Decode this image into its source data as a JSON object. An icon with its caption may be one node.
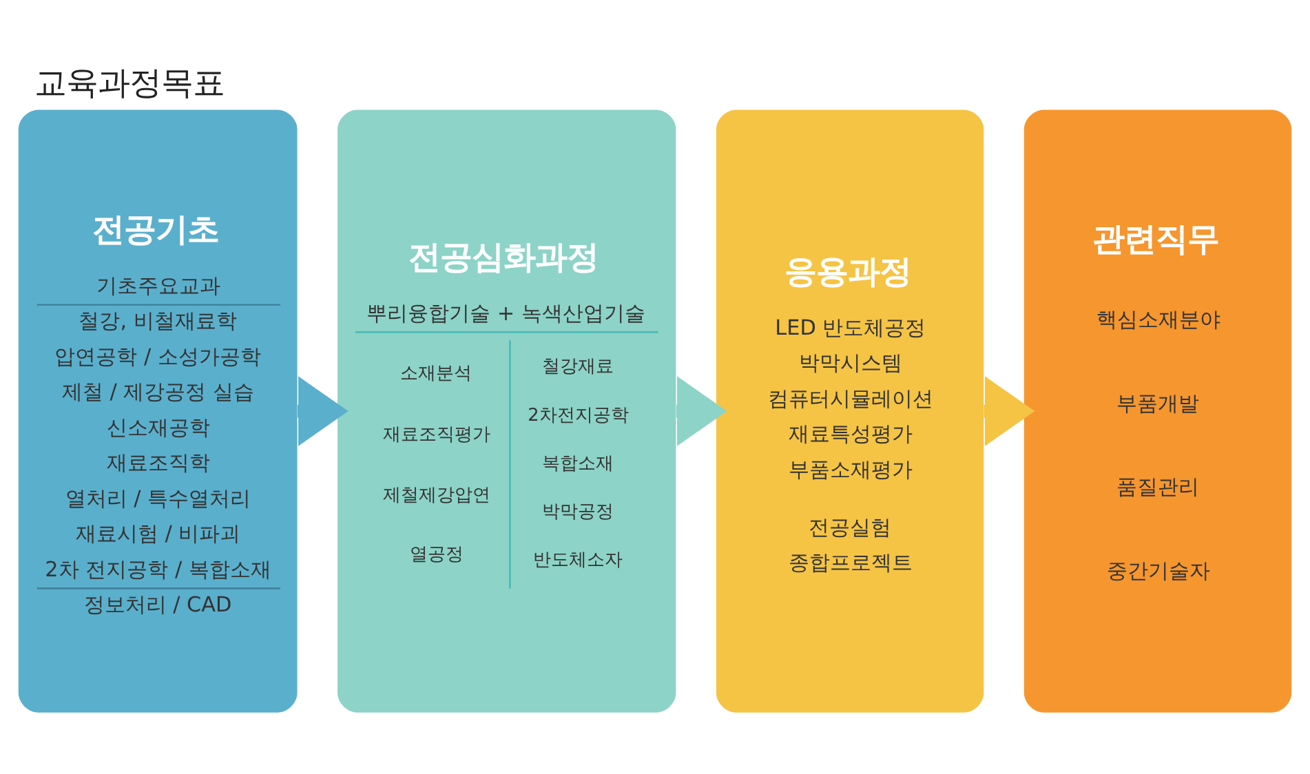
{
  "diagram": {
    "title": "교육과정목표",
    "nodes": [
      {
        "text": [
          "전공기초",
          "기초주요교과",
          "철강, 비철재료학",
          "압연공학 / 소성가공학",
          "제철 / 제강공정 실습",
          "신소재공학",
          "재료조직학",
          "열처리 / 특수열처리",
          "재료시험 / 비파괴",
          "2차 전지공학 / 복합소재",
          "정보처리 / CAD"
        ]
      },
      {
        "text": [
          "전공심화과정",
          "뿌리융합기술 + 녹색산업기술",
          "소재분석",
          "재료조직평가",
          "제철제강압연",
          "열공정",
          "철강재료",
          "2차전지공학",
          "복합소재",
          "박막공정",
          "반도체소자"
        ]
      },
      {
        "text": [
          "응용과정",
          "LED 반도체공정",
          "박막시스템",
          "컴퓨터시뮬레이션",
          "재료특성평가",
          "부품소재평가",
          "전공실험",
          "종합프로젝트"
        ]
      },
      {
        "text": [
          "관련직무",
          "핵심소재분야",
          "부품개발",
          "품질관리",
          "중간기술자"
        ]
      }
    ],
    "edges": [
      {
        "from": 0,
        "to": 1,
        "arrow": "to"
      },
      {
        "from": 1,
        "to": 2,
        "arrow": "to"
      },
      {
        "from": 2,
        "to": 3,
        "arrow": "to"
      }
    ]
  }
}
